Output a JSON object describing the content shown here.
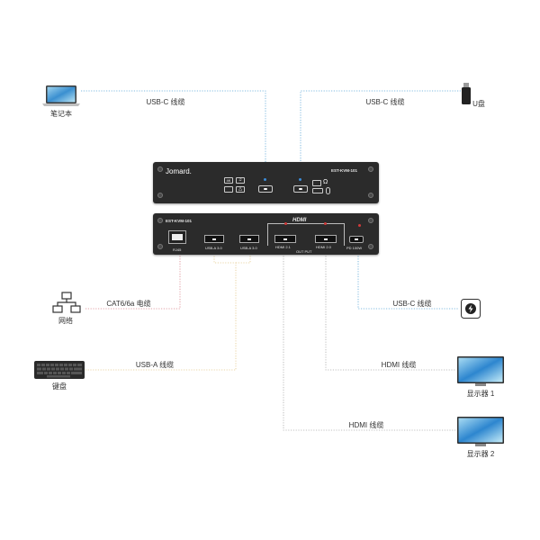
{
  "nodes": {
    "laptop": "笔记本",
    "udisk": "U盘",
    "network": "网络",
    "keyboard": "键盘",
    "monitor1": "显示器 1",
    "monitor2": "显示器 2"
  },
  "cables": {
    "usbc_laptop": "USB-C 线缆",
    "usbc_udisk": "USB-C 线缆",
    "cat6": "CAT6/6a 电缆",
    "usbc_power": "USB-C 线缆",
    "usba_keyboard": "USB-A 线缆",
    "hdmi_monitor1": "HDMI 线缆",
    "hdmi_monitor2": "HDMI 线缆"
  },
  "front_panel": {
    "brand": "Jomard.",
    "model": "EST-KVM-101",
    "key_4k": "4K"
  },
  "rear_panel": {
    "model": "EST-KVM-101",
    "hdmi_logo": "HDMI",
    "rj45": "RJ45",
    "usba1": "USB-A 3.0",
    "usba2": "USB-A 3.0",
    "hdmi1": "HDMI 2.1",
    "hdmi2": "HDMI 2.0",
    "output": "OUT PUT",
    "pd": "PD 100W"
  },
  "colors": {
    "usb_c_line": "#5aa6d6",
    "usb_a_line": "#e3c889",
    "cat_line": "#d9828a",
    "hdmi_line": "#aaaaaa"
  }
}
